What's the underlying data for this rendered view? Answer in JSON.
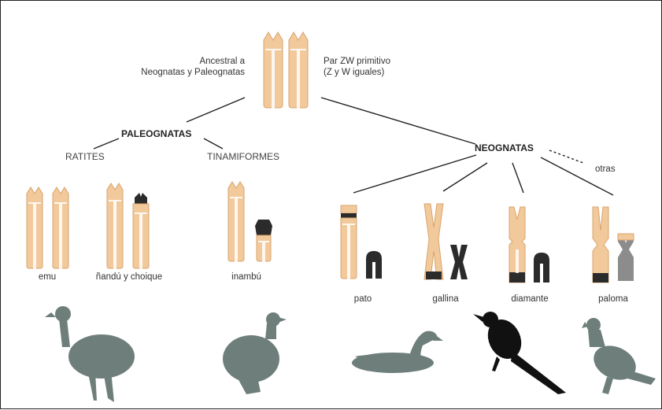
{
  "root": {
    "left_label": [
      "Ancestral a",
      "Neognatas y Paleognatas"
    ],
    "right_label": [
      "Par ZW primitivo",
      "(Z y W iguales)"
    ]
  },
  "groups": {
    "paleognatas": "PALEOGNATAS",
    "ratites": "RATITES",
    "tinamiformes": "TINAMIFORMES",
    "neognatas": "NEOGNATAS",
    "otras": "otras"
  },
  "species": {
    "emu": "emu",
    "nandu": "ñandú y choique",
    "inambu": "inambú",
    "pato": "pato",
    "gallina": "gallina",
    "diamante": "diamante",
    "paloma": "paloma"
  },
  "colors": {
    "chromosome": "#f2c99b",
    "chromosome_outline": "#d8a56f",
    "w_dark": "#2b2b2b",
    "w_gray": "#8c8c8c",
    "silhouette": "#6e7f7b",
    "black_bird": "#111111",
    "line": "#222222"
  },
  "icons": [
    "emu-silhouette-icon",
    "tinamou-silhouette-icon",
    "duck-silhouette-icon",
    "finch-silhouette-icon",
    "pigeon-silhouette-icon"
  ]
}
